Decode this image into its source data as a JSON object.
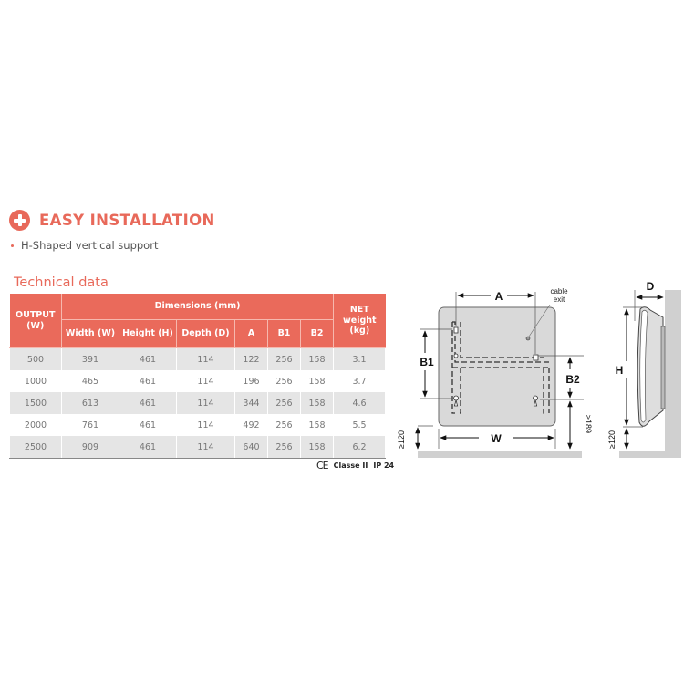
{
  "section": {
    "icon": "plus-circle-icon",
    "title": "EASY INSTALLATION",
    "bullets": [
      "H-Shaped vertical support"
    ]
  },
  "technical": {
    "title": "Technical data",
    "header": {
      "output": "OUTPUT (W)",
      "dimensions_group": "Dimensions (mm)",
      "net_weight": "NET weight (kg)",
      "columns": [
        "Width (W)",
        "Height (H)",
        "Depth (D)",
        "A",
        "B1",
        "B2"
      ]
    },
    "rows": [
      {
        "output": "500",
        "width": "391",
        "height": "461",
        "depth": "114",
        "a": "122",
        "b1": "256",
        "b2": "158",
        "weight": "3.1"
      },
      {
        "output": "1000",
        "width": "465",
        "height": "461",
        "depth": "114",
        "a": "196",
        "b1": "256",
        "b2": "158",
        "weight": "3.7"
      },
      {
        "output": "1500",
        "width": "613",
        "height": "461",
        "depth": "114",
        "a": "344",
        "b1": "256",
        "b2": "158",
        "weight": "4.6"
      },
      {
        "output": "2000",
        "width": "761",
        "height": "461",
        "depth": "114",
        "a": "492",
        "b1": "256",
        "b2": "158",
        "weight": "5.5"
      },
      {
        "output": "2500",
        "width": "909",
        "height": "461",
        "depth": "114",
        "a": "640",
        "b1": "256",
        "b2": "158",
        "weight": "6.2"
      }
    ],
    "certification": {
      "ce_mark": "CE",
      "class": "Classe II",
      "ip": "IP 24"
    }
  },
  "diagram_front": {
    "labels": {
      "a": "A",
      "b1": "B1",
      "b2": "B2",
      "w": "W",
      "cable_exit_line1": "cable",
      "cable_exit_line2": "exit",
      "floor_gap": "≥120",
      "b2_floor": "≥189"
    }
  },
  "diagram_side": {
    "labels": {
      "d": "D",
      "h": "H",
      "floor_gap": "≥120"
    }
  },
  "colors": {
    "accent": "#e8695a",
    "header_bg": "#ea6a5b",
    "row_alt_bg": "#e5e5e5",
    "panel_fill": "#d9d9d9"
  }
}
